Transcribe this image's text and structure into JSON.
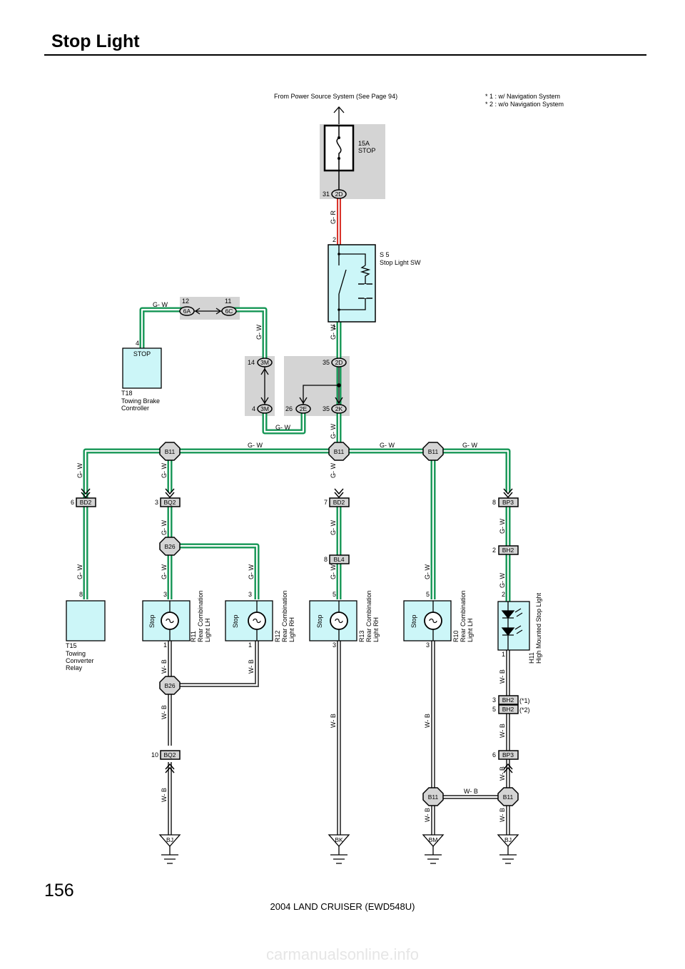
{
  "header": {
    "title": "Stop Light",
    "page_number": "156"
  },
  "footer": {
    "model": "2004 LAND CRUISER (EWD548U)"
  },
  "watermark": {
    "text": "carmanualsonline.info"
  },
  "notes": {
    "source": "From Power Source System (See Page 94)",
    "note1": "*  1 : w/ Navigation System",
    "note2": "*  2 : w/o Navigation System"
  },
  "fuse": {
    "amp": "15A",
    "name": "STOP"
  },
  "wires": {
    "gw": "G- W",
    "gr": "G- R",
    "wb": "W- B"
  },
  "connectors": {
    "c2D": "2D",
    "c6A": "6A",
    "c6C": "6C",
    "c3M": "3M",
    "c2E": "2E",
    "c2K": "2K",
    "b11": "B11",
    "b26": "B26",
    "bd2": "BD2",
    "bq2": "BQ2",
    "bl4": "BL4",
    "bp3": "BP3",
    "bh2": "BH2"
  },
  "pins": {
    "p31": "31",
    "p2": "2",
    "p1": "1",
    "p12": "12",
    "p11": "11",
    "p4": "4",
    "p14": "14",
    "p35": "35",
    "p26": "26",
    "p6": "6",
    "p3": "3",
    "p7": "7",
    "p8": "8",
    "p5": "5",
    "p10": "10"
  },
  "components": {
    "s5_id": "S 5",
    "s5_name": "Stop Light SW",
    "t18_box": "STOP",
    "t18_id": "T18",
    "t18_name1": "Towing Brake",
    "t18_name2": "Controller",
    "t15_id": "T15",
    "t15_name1": "Towing",
    "t15_name2": "Converter",
    "t15_name3": "Relay",
    "r11": "R11",
    "r12": "R12",
    "r13": "R13",
    "r10": "R10",
    "rcl": "Rear Combination",
    "light_lh": "Light LH",
    "light_rh": "Light RH",
    "h11": "H11",
    "h11_name": "High Mounted Stop Light",
    "stop": "Stop"
  },
  "variants": {
    "v1": "(*1)",
    "v2": "(*2)"
  },
  "grounds": {
    "bj": "BJ",
    "bk": "BK",
    "bm": "BM"
  },
  "colors": {
    "wire_green": "#159655",
    "wire_red": "#d9332b",
    "comp_fill": "#ccf6f8",
    "shade": "#d4d4d4"
  }
}
